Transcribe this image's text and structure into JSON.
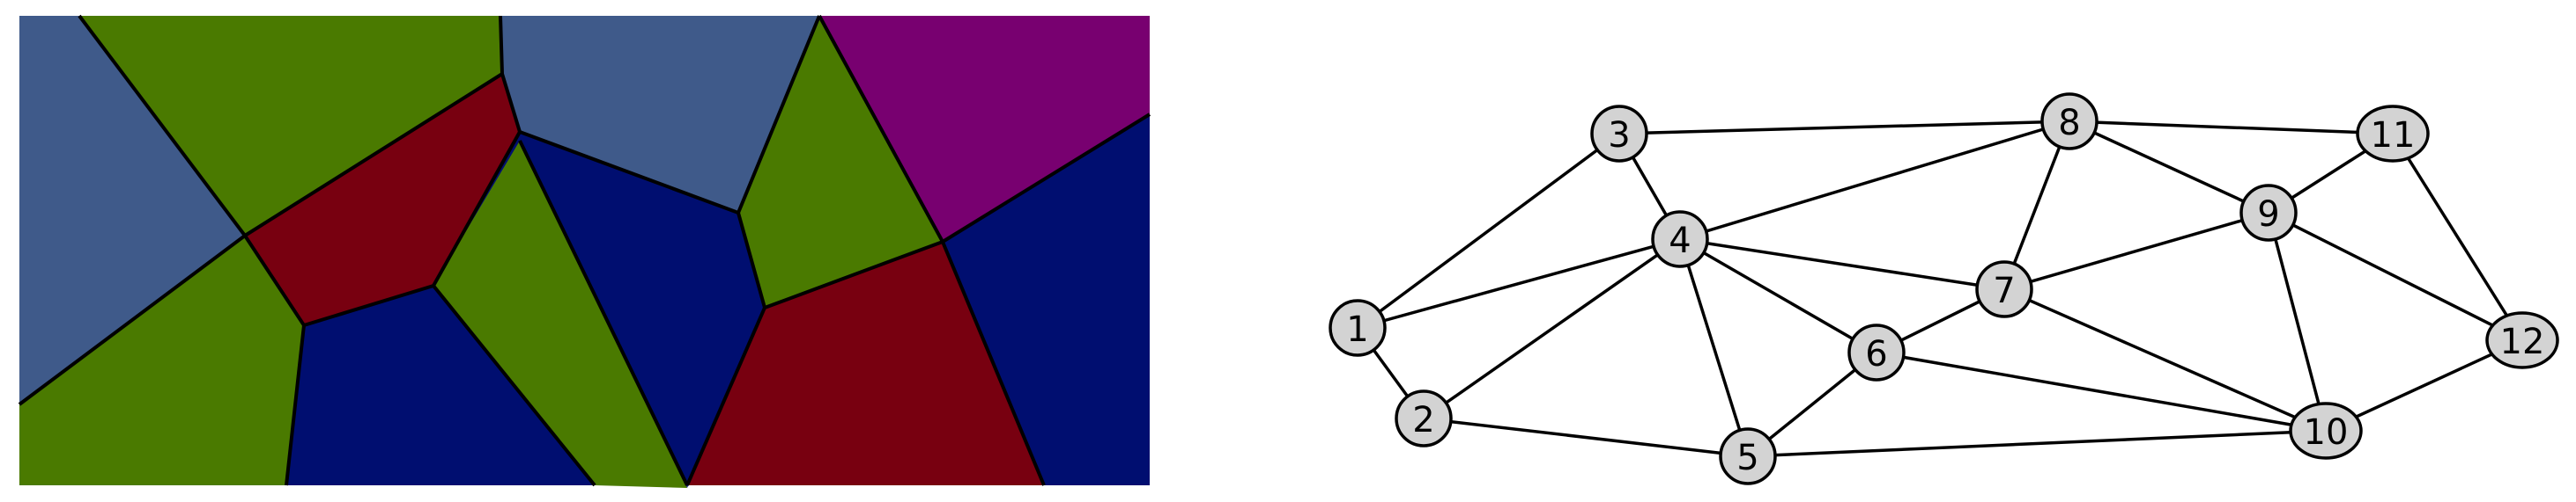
{
  "colors": {
    "light_blue": "#3f5a8a",
    "green": "#4a7a00",
    "dark_red": "#780010",
    "navy": "#000e70",
    "purple": "#780070",
    "node_fill": "#d3d3d3",
    "edge": "#000000"
  },
  "regions": [
    {
      "id": "r-top-left-blue",
      "color": "light_blue"
    },
    {
      "id": "r-top-green",
      "color": "green"
    },
    {
      "id": "r-top-mid-blue",
      "color": "light_blue"
    },
    {
      "id": "r-top-right-purple",
      "color": "purple"
    },
    {
      "id": "r-center-red",
      "color": "dark_red"
    },
    {
      "id": "r-center-navy",
      "color": "navy"
    },
    {
      "id": "r-right-green",
      "color": "green"
    },
    {
      "id": "r-right-navy",
      "color": "navy"
    },
    {
      "id": "r-bottom-left-green",
      "color": "green"
    },
    {
      "id": "r-bottom-navy",
      "color": "navy"
    },
    {
      "id": "r-mid-green",
      "color": "green"
    },
    {
      "id": "r-bottom-red",
      "color": "dark_red"
    }
  ],
  "graph": {
    "nodes": [
      {
        "id": 1,
        "label": "1"
      },
      {
        "id": 2,
        "label": "2"
      },
      {
        "id": 3,
        "label": "3"
      },
      {
        "id": 4,
        "label": "4"
      },
      {
        "id": 5,
        "label": "5"
      },
      {
        "id": 6,
        "label": "6"
      },
      {
        "id": 7,
        "label": "7"
      },
      {
        "id": 8,
        "label": "8"
      },
      {
        "id": 9,
        "label": "9"
      },
      {
        "id": 10,
        "label": "10"
      },
      {
        "id": 11,
        "label": "11"
      },
      {
        "id": 12,
        "label": "12"
      }
    ],
    "edges": [
      [
        1,
        2
      ],
      [
        1,
        3
      ],
      [
        1,
        4
      ],
      [
        2,
        4
      ],
      [
        2,
        5
      ],
      [
        3,
        4
      ],
      [
        3,
        8
      ],
      [
        4,
        5
      ],
      [
        4,
        6
      ],
      [
        4,
        7
      ],
      [
        4,
        8
      ],
      [
        5,
        6
      ],
      [
        5,
        10
      ],
      [
        6,
        7
      ],
      [
        6,
        10
      ],
      [
        7,
        8
      ],
      [
        7,
        9
      ],
      [
        7,
        10
      ],
      [
        8,
        9
      ],
      [
        8,
        11
      ],
      [
        9,
        10
      ],
      [
        9,
        11
      ],
      [
        9,
        12
      ],
      [
        10,
        12
      ],
      [
        11,
        12
      ]
    ]
  }
}
